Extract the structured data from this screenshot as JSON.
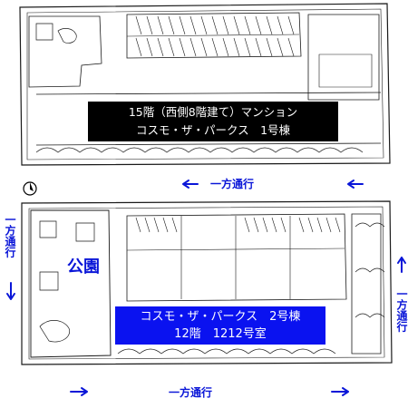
{
  "buildings": {
    "building1": {
      "line1": "15階（西側8階建て）マンション",
      "line2": "コスモ・ザ・パークス　1号棟"
    },
    "building2": {
      "line1": "コスモ・ザ・パークス　2号棟",
      "line2": "12階　1212号室"
    }
  },
  "labels": {
    "park": "公園",
    "one_way": "一方通行"
  },
  "colors": {
    "building1_bg": "#000000",
    "building2_bg": "#0a12f0",
    "label_text": "#0a16d8",
    "map_lines": "#1a1a1a"
  },
  "icons": {
    "north": "north-arrow-icon",
    "traffic": "arrow-icon"
  }
}
